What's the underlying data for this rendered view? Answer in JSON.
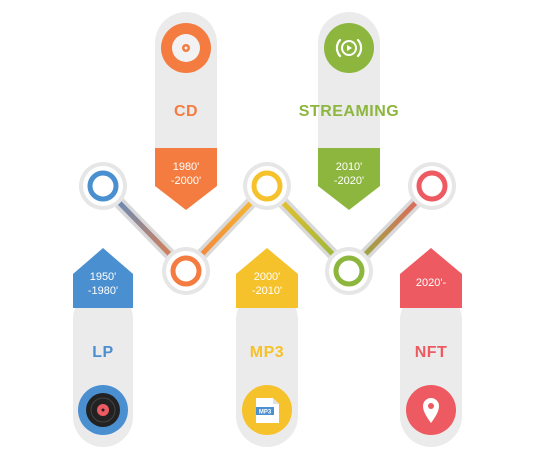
{
  "eras": [
    {
      "name": "LP",
      "period_line1": "1950'",
      "period_line2": "-1980'",
      "color": "#4a8fcf",
      "icon": "vinyl-record-icon"
    },
    {
      "name": "CD",
      "period_line1": "1980'",
      "period_line2": "-2000'",
      "color": "#f47c40",
      "icon": "compact-disc-icon"
    },
    {
      "name": "MP3",
      "period_line1": "2000'",
      "period_line2": "-2010'",
      "color": "#f5c22c",
      "icon": "mp3-file-icon"
    },
    {
      "name": "STREAMING",
      "period_line1": "2010'",
      "period_line2": "-2020'",
      "color": "#8db63e",
      "icon": "play-stream-icon"
    },
    {
      "name": "NFT",
      "period_line1": "2020'-",
      "period_line2": "",
      "color": "#ee5a62",
      "icon": "location-pin-icon"
    }
  ],
  "icon_text": {
    "mp3": "MP3"
  }
}
